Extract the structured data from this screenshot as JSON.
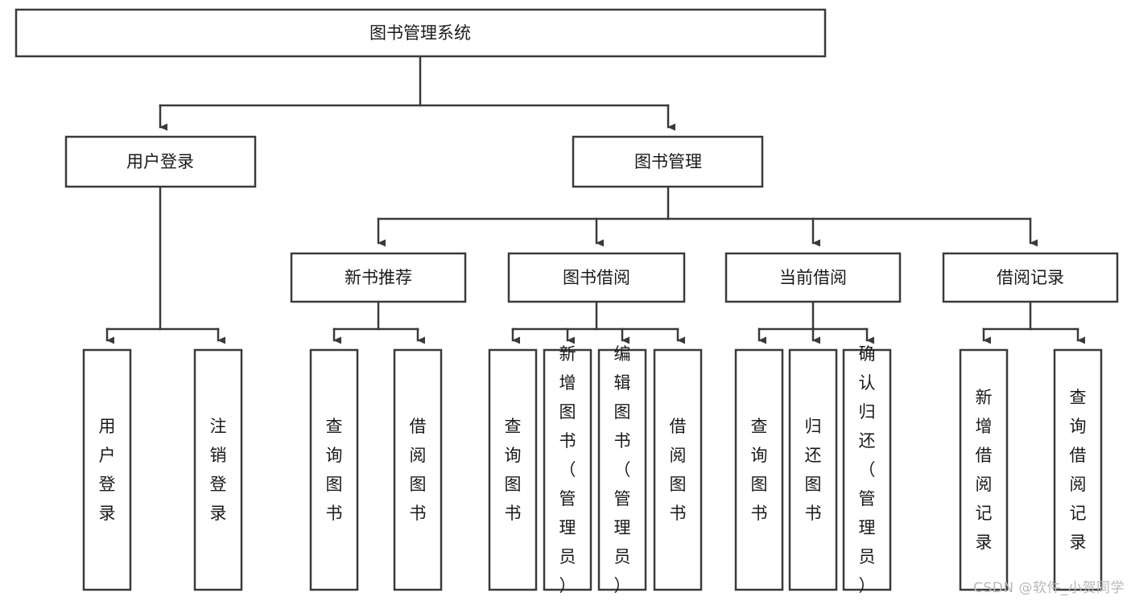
{
  "diagram": {
    "title": "图书管理系统",
    "type": "tree",
    "watermark": "CSDN @软件_小贺同学",
    "colors": {
      "stroke": "#3a3a3a",
      "fill": "#ffffff",
      "text": "#1a1a1a",
      "watermark": "#b8b8b8"
    },
    "root": {
      "label": "图书管理系统"
    },
    "level2": [
      {
        "label": "用户登录"
      },
      {
        "label": "图书管理"
      }
    ],
    "level3": [
      {
        "label": "新书推荐"
      },
      {
        "label": "图书借阅"
      },
      {
        "label": "当前借阅"
      },
      {
        "label": "借阅记录"
      }
    ],
    "leaves": {
      "user_login": [
        {
          "label": "用户登录"
        },
        {
          "label": "注销登录"
        }
      ],
      "new_book_recommend": [
        {
          "label": "查询图书"
        },
        {
          "label": "借阅图书"
        }
      ],
      "book_borrow": [
        {
          "label": "查询图书"
        },
        {
          "label": "新增图书（管理员）"
        },
        {
          "label": "编辑图书（管理员）"
        },
        {
          "label": "借阅图书"
        }
      ],
      "current_borrow": [
        {
          "label": "查询图书"
        },
        {
          "label": "归还图书"
        },
        {
          "label": "确认归还（管理员）"
        }
      ],
      "borrow_record": [
        {
          "label": "新增借阅记录"
        },
        {
          "label": "查询借阅记录"
        }
      ]
    }
  }
}
